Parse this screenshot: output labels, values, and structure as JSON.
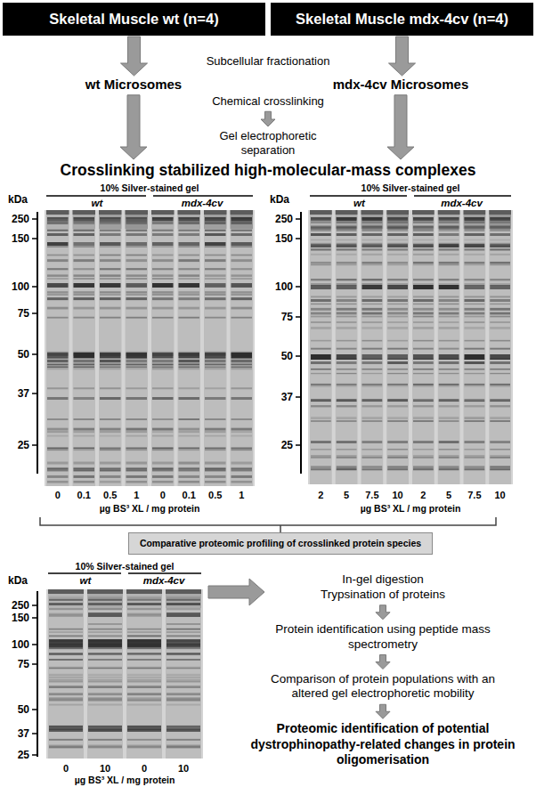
{
  "diagram": {
    "nodes": [
      {
        "text": [
          "Skeletal Muscle wt (n=4)"
        ]
      },
      {
        "text": [
          "Skeletal Muscle mdx-4cv (n=4)"
        ]
      },
      {
        "text": [
          "wt Microsomes"
        ]
      },
      {
        "text": [
          "mdx-4cv Microsomes"
        ]
      },
      {
        "text": [
          "Chemical crosslinking"
        ]
      },
      {
        "text": [
          "Gel electrophoretic separation"
        ]
      },
      {
        "text": [
          "Crosslinking stabilized high-molecular-mass complexes"
        ]
      },
      {
        "text": [
          "Comparative proteomic profiling of crosslinked protein species"
        ]
      },
      {
        "text": [
          "In-gel digestion",
          "Trypsination of proteins"
        ]
      },
      {
        "text": [
          "Protein identification using peptide mass spectrometry"
        ]
      },
      {
        "text": [
          "Comparison of protein populations with an altered gel electrophoretic mobility"
        ]
      },
      {
        "text": [
          "Proteomic identification of potential dystrophinopathy-related changes in protein oligomerisation"
        ]
      }
    ],
    "edges": [
      {
        "from": 0,
        "to": 2,
        "arrow": "to"
      },
      {
        "from": 1,
        "to": 3,
        "arrow": "to"
      },
      {
        "from": 2,
        "to": 6,
        "arrow": "to"
      },
      {
        "from": 3,
        "to": 6,
        "arrow": "to"
      },
      {
        "from": 4,
        "to": 5,
        "arrow": "to"
      },
      {
        "from": 8,
        "to": 9,
        "arrow": "to"
      },
      {
        "from": 9,
        "to": 10,
        "arrow": "to"
      },
      {
        "from": 10,
        "to": 11,
        "arrow": "to"
      }
    ],
    "labels": [
      "Subcellular fractionation",
      "10% Silver-stained gel",
      "kDa",
      "wt",
      "mdx-4cv",
      "250",
      "150",
      "100",
      "75",
      "50",
      "37",
      "25",
      "0",
      "0.1",
      "0.5",
      "1",
      "0",
      "0.1",
      "0.5",
      "1",
      "µg BS³ XL / mg protein",
      "10% Silver-stained gel",
      "kDa",
      "wt",
      "mdx-4cv",
      "250",
      "150",
      "100",
      "75",
      "50",
      "37",
      "25",
      "2",
      "5",
      "7.5",
      "10",
      "2",
      "5",
      "7.5",
      "10",
      "µg BS³ XL / mg protein",
      "10% Silver-stained gel",
      "kDa",
      "wt",
      "mdx-4cv",
      "250",
      "150",
      "100",
      "75",
      "50",
      "37",
      "25",
      "0",
      "10",
      "0",
      "10",
      "µg BS³ XL / mg protein"
    ]
  }
}
